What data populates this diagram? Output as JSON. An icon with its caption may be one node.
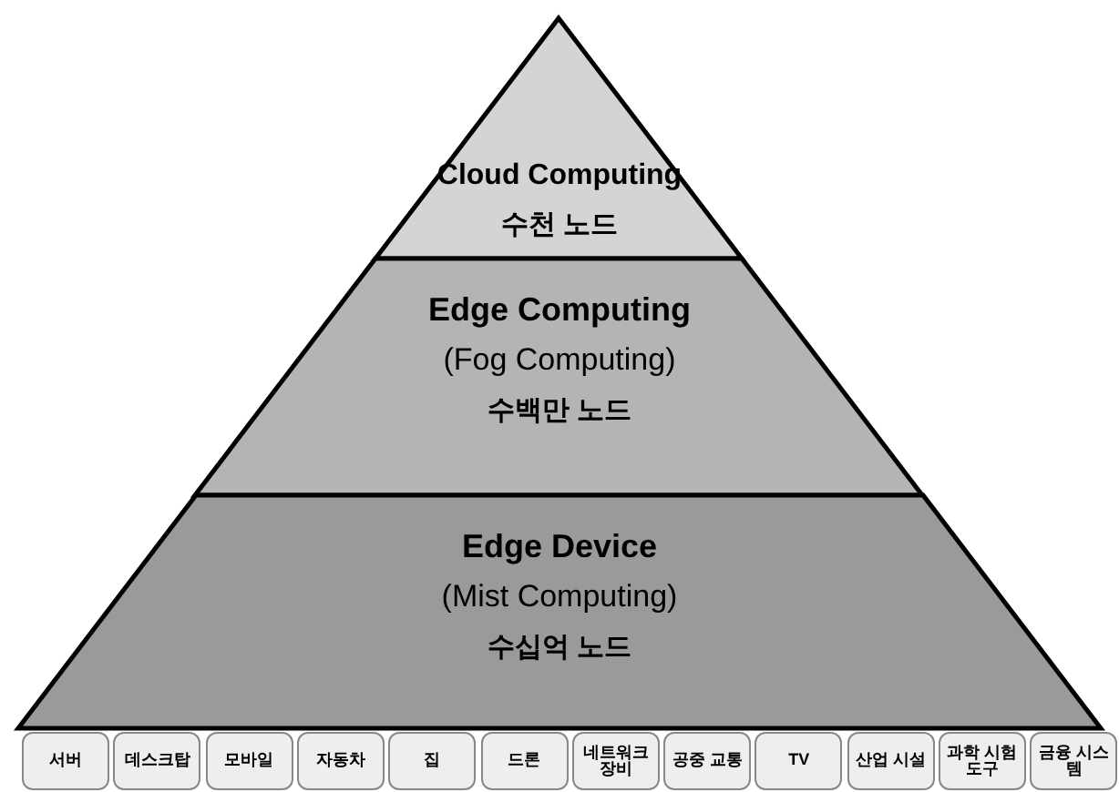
{
  "diagram": {
    "nodes": [
      {
        "text": [
          "Cloud Computing",
          "수천 노드"
        ]
      },
      {
        "text": [
          "Edge Computing",
          "(Fog Computing)",
          "수백만 노드"
        ]
      },
      {
        "text": [
          "Edge Device",
          "(Mist Computing)",
          "수십억 노드"
        ]
      },
      {
        "text": [
          "서버"
        ]
      },
      {
        "text": [
          "데스크탑"
        ]
      },
      {
        "text": [
          "모바일"
        ]
      },
      {
        "text": [
          "자동차"
        ]
      },
      {
        "text": [
          "집"
        ]
      },
      {
        "text": [
          "드론"
        ]
      },
      {
        "text": [
          "네트워크 장비"
        ]
      },
      {
        "text": [
          "공중 교통"
        ]
      },
      {
        "text": [
          "TV"
        ]
      },
      {
        "text": [
          "산업 시설"
        ]
      },
      {
        "text": [
          "과학 시험 도구"
        ]
      },
      {
        "text": [
          "금융 시스템"
        ]
      }
    ]
  }
}
